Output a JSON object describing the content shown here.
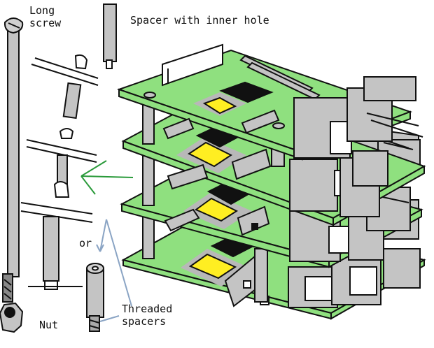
{
  "labels": {
    "long_screw": [
      "Long",
      "screw"
    ],
    "spacer": "Spacer with inner hole",
    "or": "or",
    "threaded": [
      "Threaded",
      "spacers"
    ],
    "nut": "Nut"
  },
  "colors": {
    "board": "#8fe07f",
    "component": "#c4c4c4",
    "chip": "#111111",
    "pad": "#ffee22",
    "pad_surround": "#b8b8b8",
    "pointer_green": "#2a9a3a",
    "pointer_blue": "#8aa4c4",
    "ink": "#111111"
  }
}
